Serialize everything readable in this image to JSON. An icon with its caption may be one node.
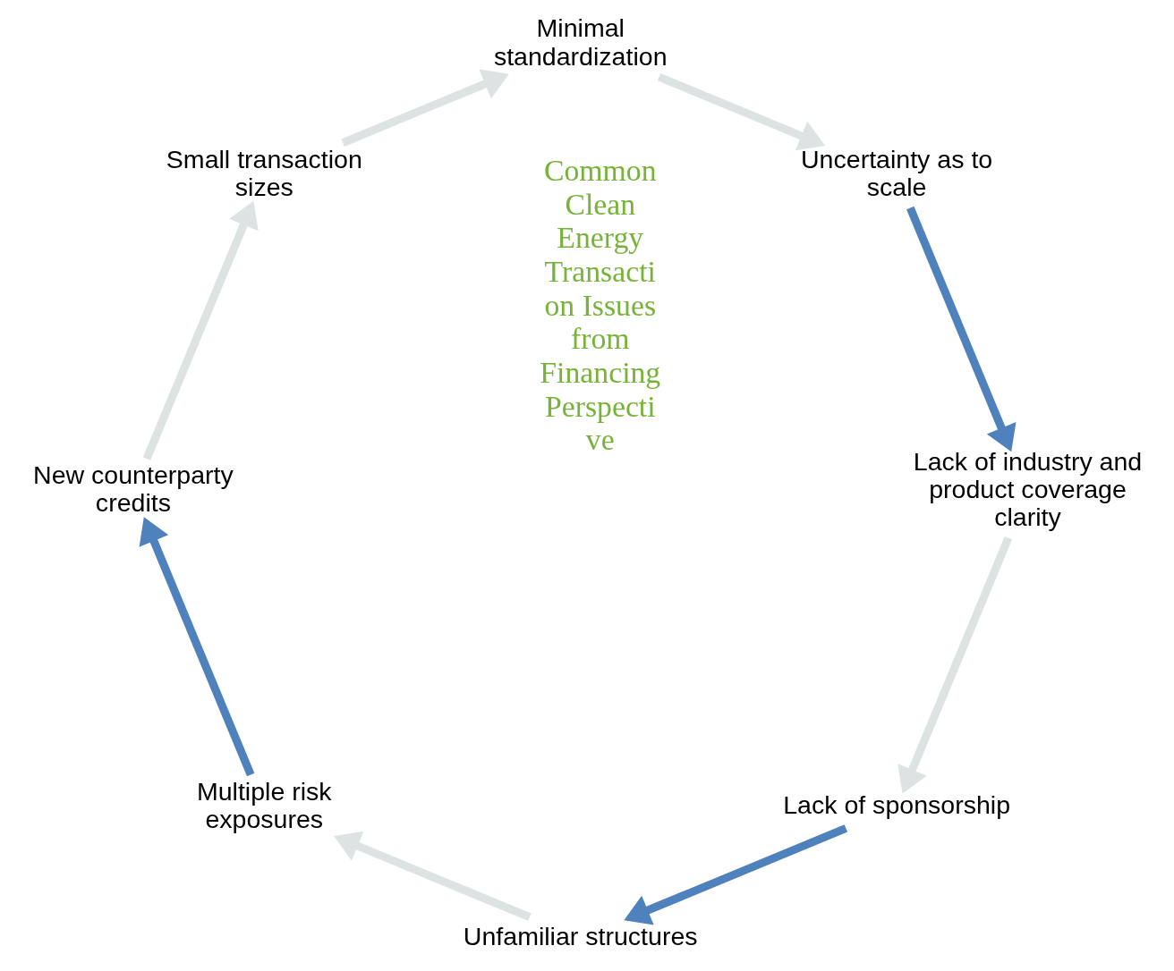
{
  "diagram": {
    "nodes": [
      {
        "text": [
          "Lack of sponsorship"
        ]
      },
      {
        "text": [
          "Unfamiliar structures"
        ]
      },
      {
        "text": [
          "Multiple risk exposures"
        ]
      },
      {
        "text": [
          "New counterparty credits"
        ]
      },
      {
        "text": [
          "Small transaction sizes"
        ]
      },
      {
        "text": [
          "Minimal standardization"
        ]
      },
      {
        "text": [
          "Uncertainty as to scale"
        ]
      },
      {
        "text": [
          "Lack of industry and product coverage clarity"
        ]
      }
    ],
    "edges": [
      {
        "from": 0,
        "to": 1,
        "arrow": "to",
        "color": "#4f81bd"
      },
      {
        "from": 1,
        "to": 2,
        "arrow": "to"
      },
      {
        "from": 2,
        "to": 3,
        "arrow": "to",
        "color": "#4f81bd"
      },
      {
        "from": 3,
        "to": 4,
        "arrow": "to"
      },
      {
        "from": 4,
        "to": 5,
        "arrow": "to"
      },
      {
        "from": 5,
        "to": 6,
        "arrow": "to"
      },
      {
        "from": 6,
        "to": 7,
        "arrow": "to",
        "color": "#4f81bd"
      },
      {
        "from": 7,
        "to": 0,
        "arrow": "to"
      }
    ],
    "labels": [
      "Common Clean Energy Transacti on Issues from Financing Perspecti ve"
    ]
  }
}
